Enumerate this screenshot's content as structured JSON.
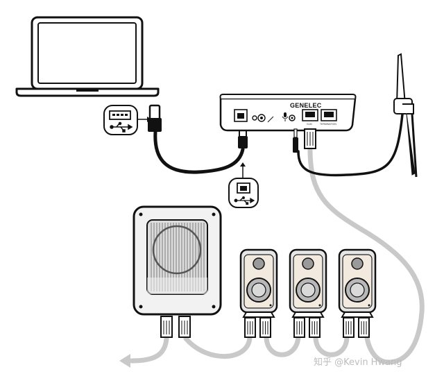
{
  "device": {
    "brand": "GENELEC",
    "port_label_net": "GLM",
    "port_label_sub": "TERMINATION"
  },
  "icons": [
    "laptop-icon",
    "usb-a-port-icon",
    "usb-b-port-icon",
    "usb-symbol-icon",
    "microphone-icon",
    "antenna-icon",
    "subwoofer-icon",
    "studio-monitor-icon",
    "rj45-connector-icon",
    "return-arrow-icon"
  ],
  "colors": {
    "outline": "#111111",
    "cable_black": "#1a1a1a",
    "network_cable": "#c9c9c9",
    "speaker_fill": "#e6e6e6",
    "speaker_panel": "#f3eadf"
  },
  "watermark": "知乎 @Kevin Hwang"
}
